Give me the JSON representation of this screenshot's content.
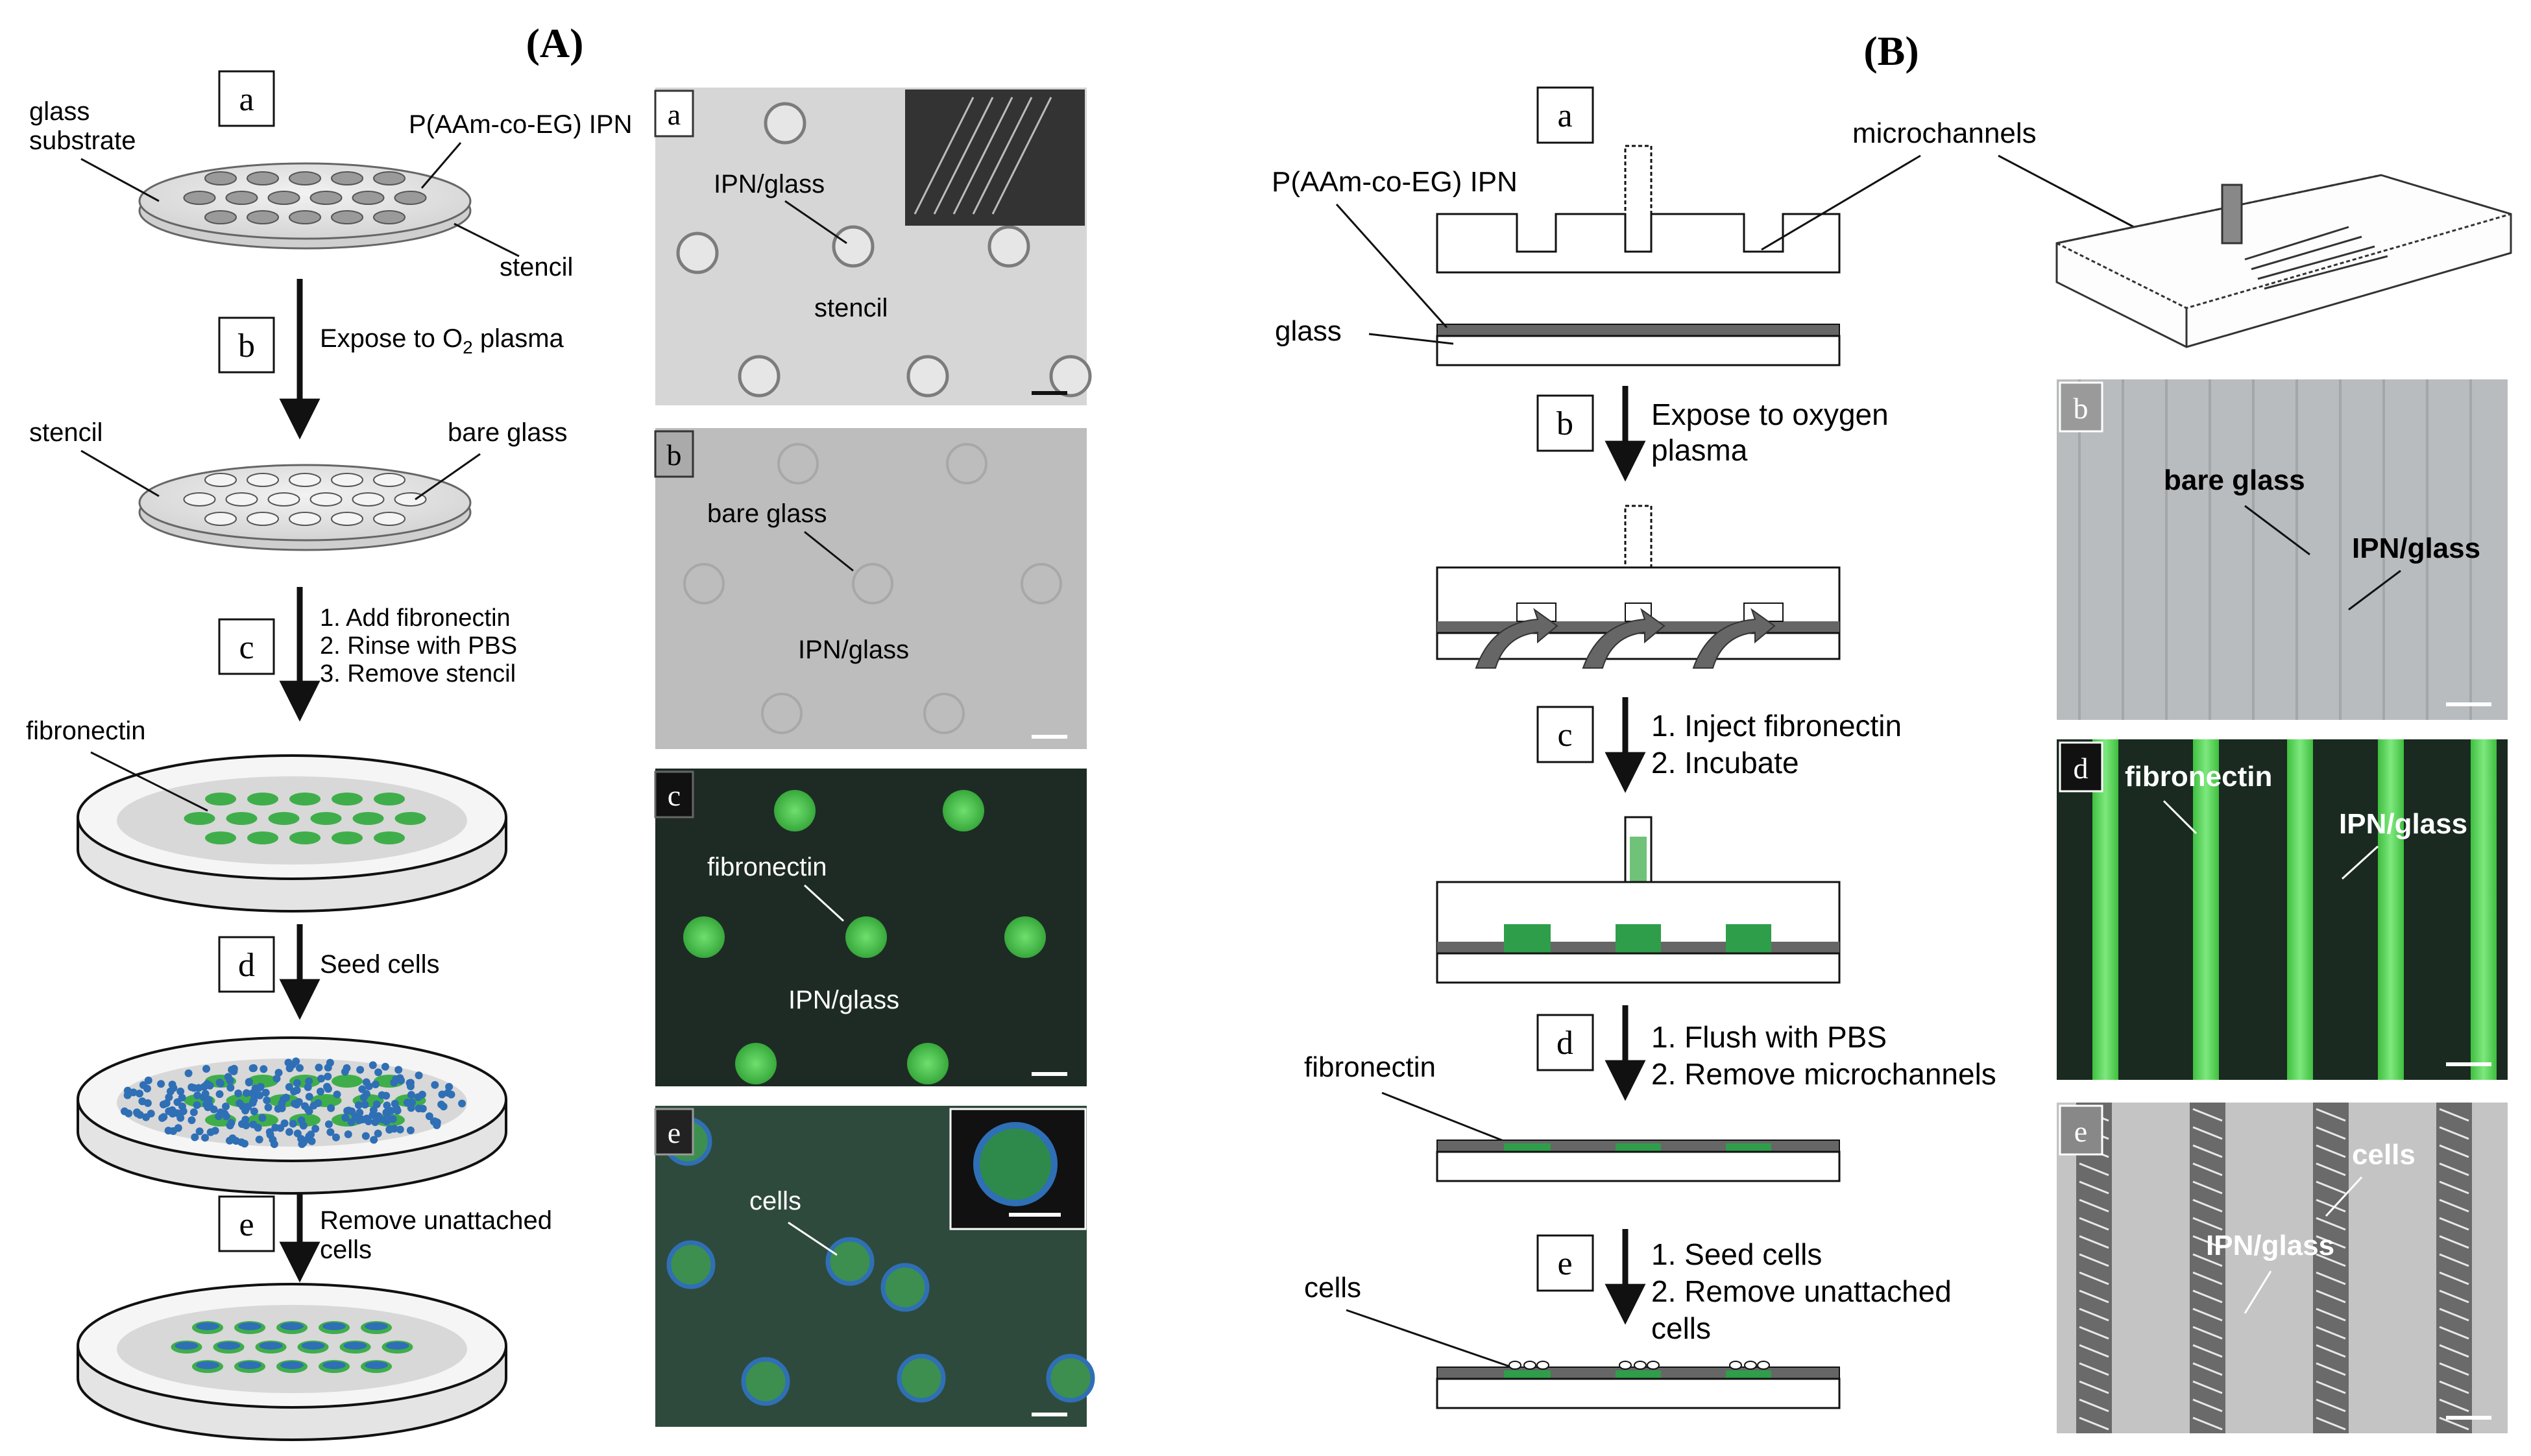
{
  "panel_a": {
    "title": "(A)",
    "steps": [
      "a",
      "b",
      "c",
      "d",
      "e"
    ],
    "labels": {
      "glass_substrate_1": "glass",
      "glass_substrate_2": "substrate",
      "ipn": "P(AAm-co-EG) IPN",
      "stencil_1": "stencil",
      "stencil_2": "stencil",
      "bare_glass": "bare glass",
      "fibronectin": "fibronectin"
    },
    "step_text": {
      "b": "Expose to O",
      "b_sub": "2",
      "b_tail": " plasma",
      "c1": "1. Add fibronectin",
      "c2": "2. Rinse with PBS",
      "c3": "3. Remove stencil",
      "d": "Seed cells",
      "e1": "Remove unattached",
      "e2": "cells"
    },
    "micro": {
      "a_ipn": "IPN/glass",
      "a_stencil": "stencil",
      "b_bare": "bare glass",
      "b_ipn": "IPN/glass",
      "c_fib": "fibronectin",
      "c_ipn": "IPN/glass",
      "e_cells": "cells"
    }
  },
  "panel_b": {
    "title": "(B)",
    "steps": [
      "a",
      "b",
      "c",
      "d",
      "e"
    ],
    "labels": {
      "ipn": "P(AAm-co-EG) IPN",
      "glass": "glass",
      "microchannels": "microchannels",
      "fibronectin": "fibronectin",
      "cells": "cells"
    },
    "step_text": {
      "b1": "Expose to oxygen",
      "b2": "plasma",
      "c1": "1. Inject fibronectin",
      "c2": "2. Incubate",
      "d1": "1. Flush with PBS",
      "d2": "2. Remove microchannels",
      "e1": "1. Seed cells",
      "e2": "2. Remove unattached",
      "e3": "cells"
    },
    "micro": {
      "b_bare": "bare glass",
      "b_ipn": "IPN/glass",
      "d_fib": "fibronectin",
      "d_ipn": "IPN/glass",
      "e_cells": "cells",
      "e_ipn": "IPN/glass"
    }
  },
  "colors": {
    "fibronectin_green": "#3fae4a",
    "bright_green": "#5cd65c",
    "dark_field": "#1c2a24",
    "cells_field": "#2e4a3c",
    "cell_blue": "#2f6fb5",
    "gray_image": "#b8b8b8"
  }
}
